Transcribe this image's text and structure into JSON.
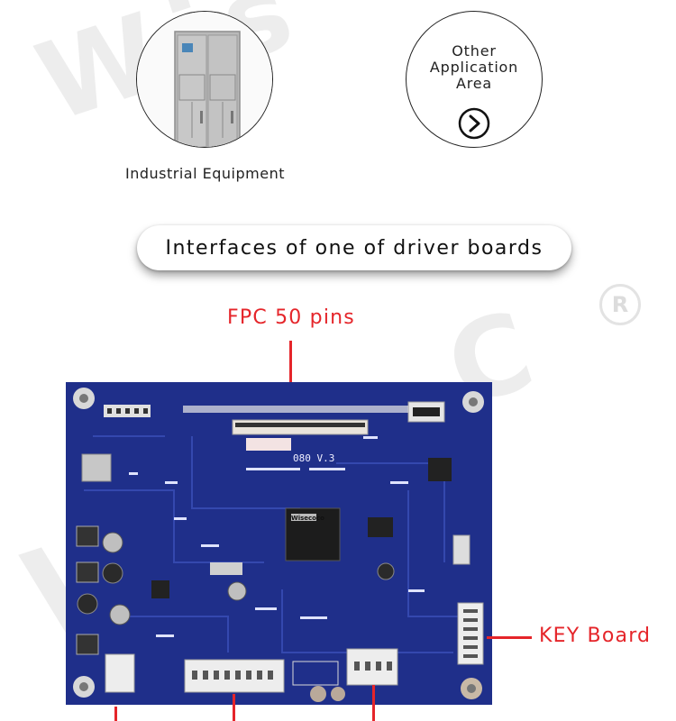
{
  "top": {
    "industrial_caption": "Industrial Equipment",
    "other_area": {
      "line1": "Other",
      "line2": "Application",
      "line3": "Area",
      "icon": "chevron-right-circle-icon"
    }
  },
  "section_title": "Interfaces of one of driver boards",
  "board": {
    "silk_model": "080 V.3",
    "chip_brand": "Wisecoco"
  },
  "callouts": {
    "fpc": "FPC 50 pins",
    "key": "KEY Board"
  },
  "colors": {
    "accent_red": "#e5252a",
    "board_blue": "#1f2f8a"
  }
}
